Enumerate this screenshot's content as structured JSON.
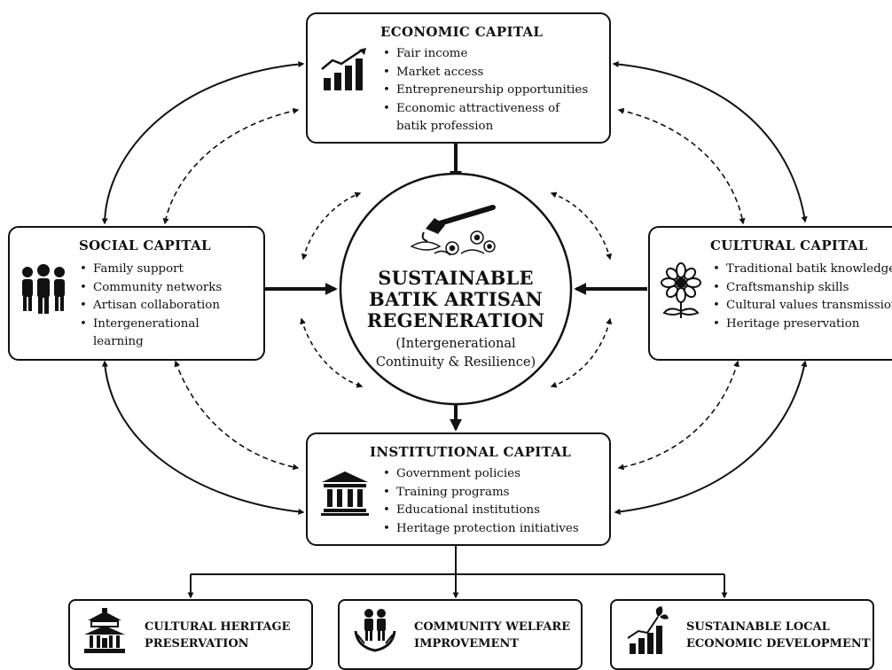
{
  "economic": {
    "title": "ECONOMIC CAPITAL",
    "items": [
      "Fair income",
      "Market access",
      "Entrepreneurship opportunities",
      "Economic attractiveness of batik profession"
    ],
    "icon": "bar-chart-growth-icon"
  },
  "social": {
    "title": "SOCIAL CAPITAL",
    "items": [
      "Family support",
      "Community networks",
      "Artisan collaboration",
      "Intergenerational learning"
    ],
    "icon": "people-group-icon"
  },
  "cultural": {
    "title": "CULTURAL CAPITAL",
    "items": [
      "Traditional batik knowledge",
      "Craftsmanship skills",
      "Cultural values transmission",
      "Heritage preservation"
    ],
    "icon": "batik-flower-icon"
  },
  "institutional": {
    "title": "INSTITUTIONAL CAPITAL",
    "items": [
      "Government policies",
      "Training programs",
      "Educational institutions",
      "Heritage protection initiatives"
    ],
    "icon": "government-building-icon"
  },
  "center": {
    "title_lines": [
      "SUSTAINABLE",
      "BATIK ARTISAN",
      "REGENERATION"
    ],
    "subtitle_lines": [
      "(Intergenerational",
      "Continuity & Resilience)"
    ],
    "icon": "canting-tool-icon"
  },
  "outcomes": [
    {
      "lines": [
        "CULTURAL HERITAGE",
        "PRESERVATION"
      ],
      "icon": "temple-icon"
    },
    {
      "lines": [
        "COMMUNITY WELFARE",
        "IMPROVEMENT"
      ],
      "icon": "family-in-hands-icon"
    },
    {
      "lines": [
        "SUSTAINABLE LOCAL",
        "ECONOMIC DEVELOPMENT"
      ],
      "icon": "growth-plant-chart-icon"
    }
  ]
}
